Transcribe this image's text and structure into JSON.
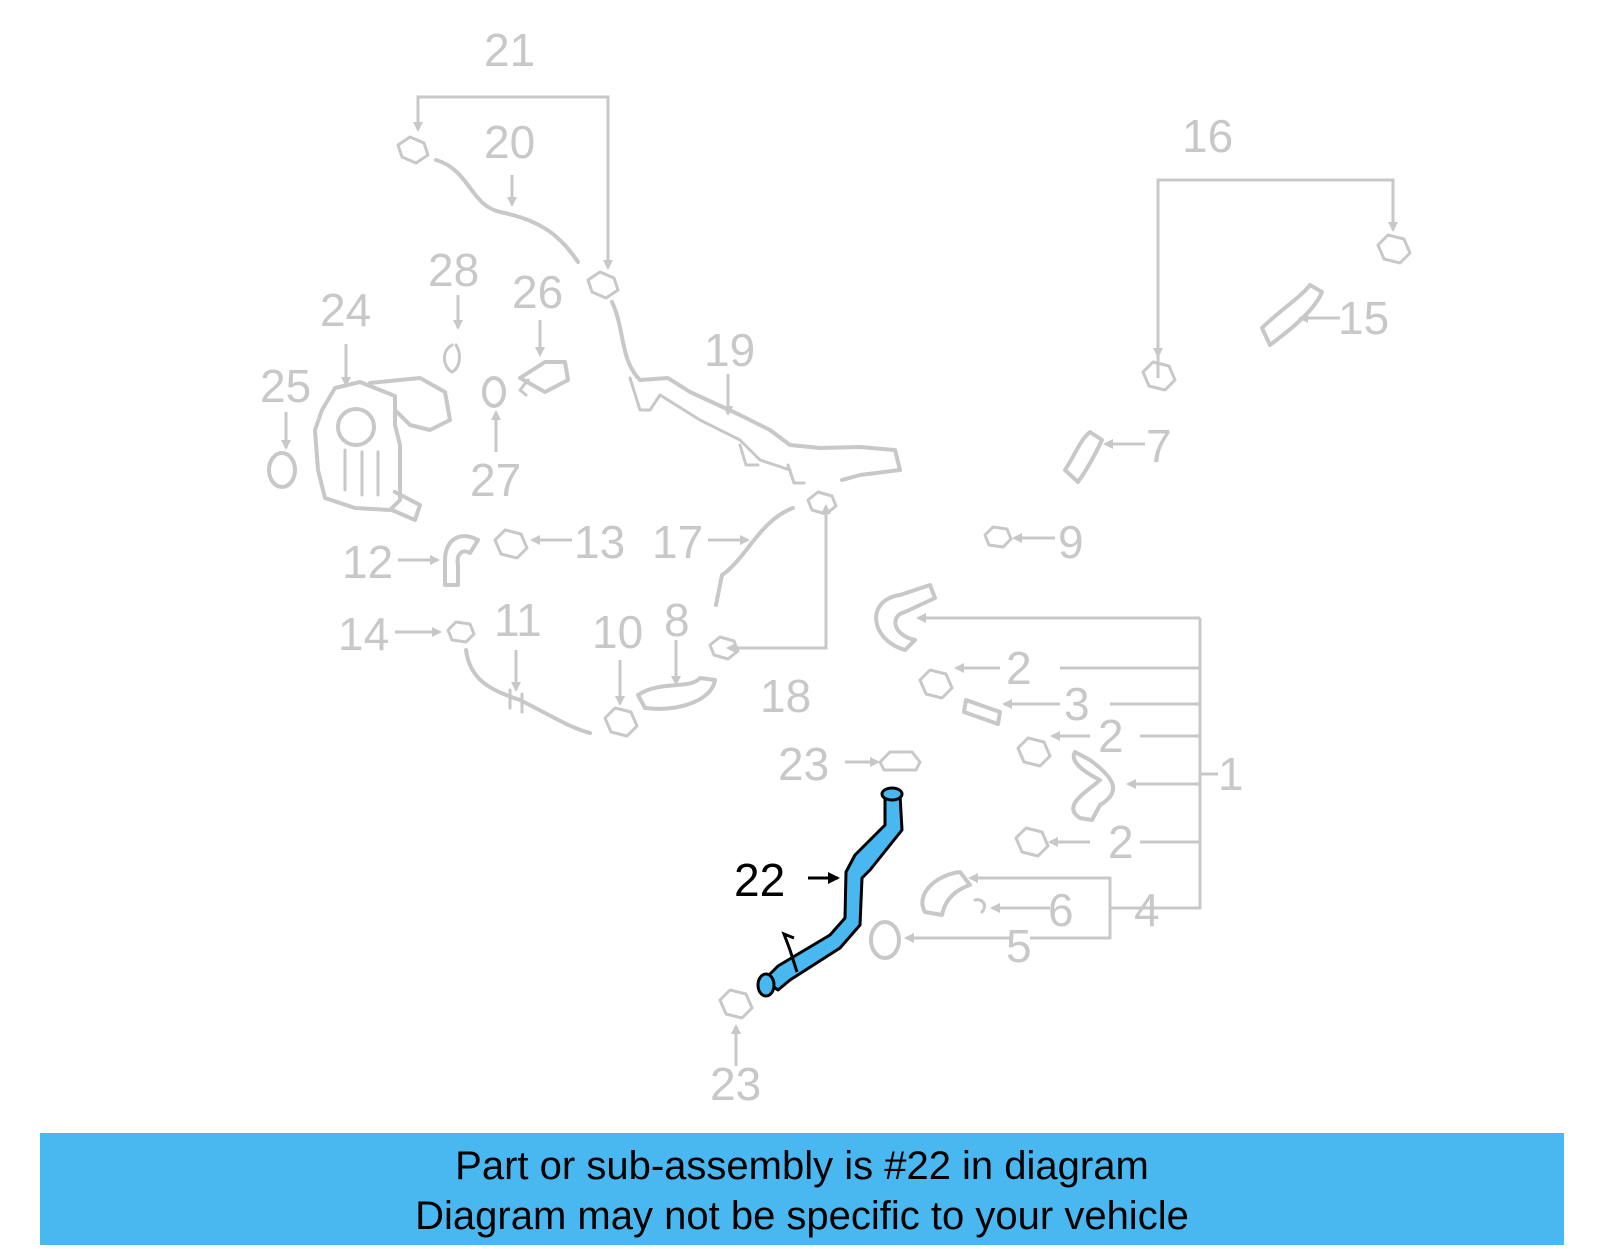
{
  "callouts": {
    "c1": "1",
    "c2a": "2",
    "c2b": "2",
    "c2c": "2",
    "c3": "3",
    "c4": "4",
    "c5": "5",
    "c6": "6",
    "c7": "7",
    "c8": "8",
    "c9": "9",
    "c10": "10",
    "c11": "11",
    "c12": "12",
    "c13": "13",
    "c14": "14",
    "c15": "15",
    "c16": "16",
    "c17": "17",
    "c18": "18",
    "c19": "19",
    "c20": "20",
    "c21": "21",
    "c22": "22",
    "c23a": "23",
    "c23b": "23",
    "c24": "24",
    "c25": "25",
    "c26": "26",
    "c27": "27",
    "c28": "28"
  },
  "highlighted_part": "22",
  "colors": {
    "highlight": "#4ab8f0",
    "inactive": "#c8c8c8",
    "banner": "#4ab8f0"
  },
  "banner": {
    "line1": "Part or sub-assembly is #22 in diagram",
    "line2": "Diagram may not be specific to your vehicle"
  }
}
